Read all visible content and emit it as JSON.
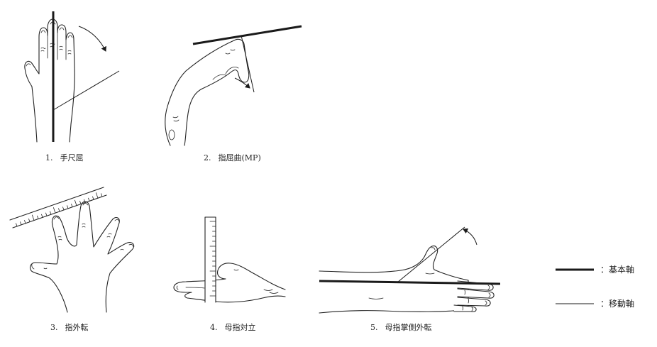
{
  "figures": [
    {
      "number": "1.",
      "label": "手尺屈"
    },
    {
      "number": "2.",
      "label": "指屈曲(MP)"
    },
    {
      "number": "3.",
      "label": "指外転"
    },
    {
      "number": "4.",
      "label": "母指対立"
    },
    {
      "number": "5.",
      "label": "母指掌側外転"
    }
  ],
  "legend": [
    {
      "line": "thick",
      "label": "：基本軸"
    },
    {
      "line": "thin",
      "label": "：移動軸"
    }
  ]
}
